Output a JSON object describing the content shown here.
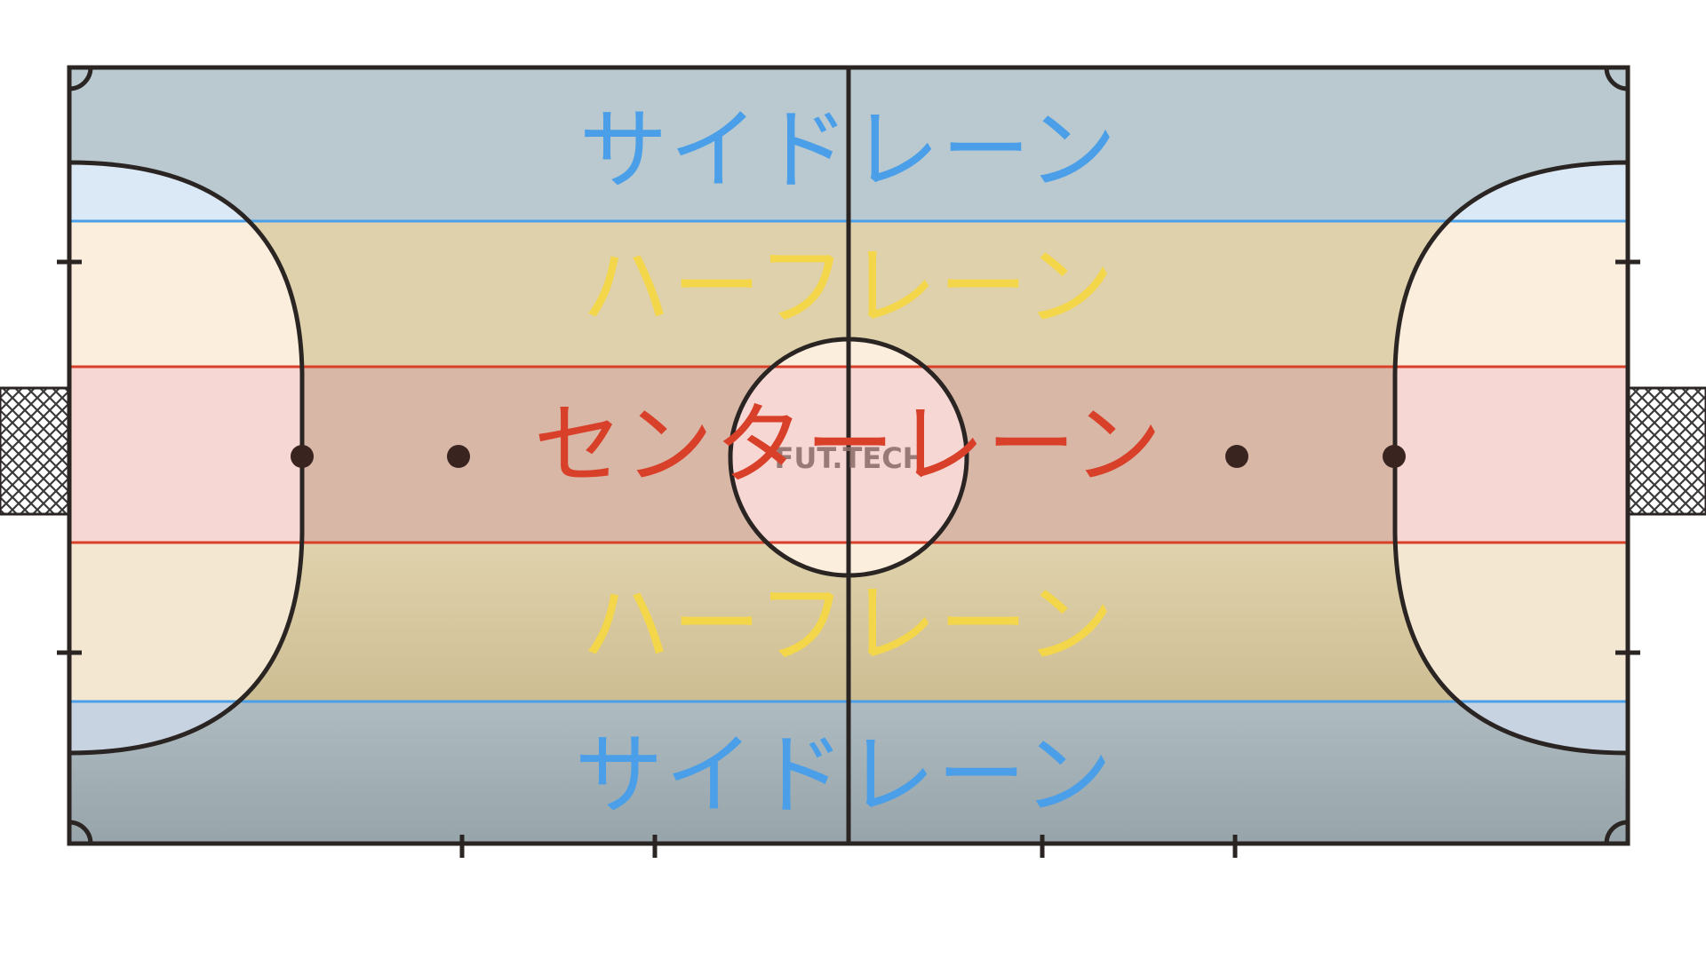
{
  "lanes": {
    "side_top": {
      "label": "サイドレーン",
      "color": "#4a9fe8"
    },
    "half_top": {
      "label": "ハーフレーン",
      "color": "#f3d64a"
    },
    "center": {
      "label": "センターレーン",
      "color": "#d8402a"
    },
    "half_bottom": {
      "label": "ハーフレーン",
      "color": "#f3d64a"
    },
    "side_bottom": {
      "label": "サイドレーン",
      "color": "#4a9fe8"
    }
  },
  "watermark": "FUT.TECH",
  "colors": {
    "court_line": "#2a2523",
    "side_band_fill": "#b9c9cf",
    "half_band_fill": "#dfd1ab",
    "center_band_fill": "#d9b7a6",
    "penalty_side_fill": "#dbe8f5",
    "penalty_half_fill": "#fbeedc",
    "penalty_center_fill": "#f6d7d4",
    "blue_divider": "#4a9fe8",
    "red_divider": "#d8402a",
    "goal_net": "#3a3a3a"
  }
}
